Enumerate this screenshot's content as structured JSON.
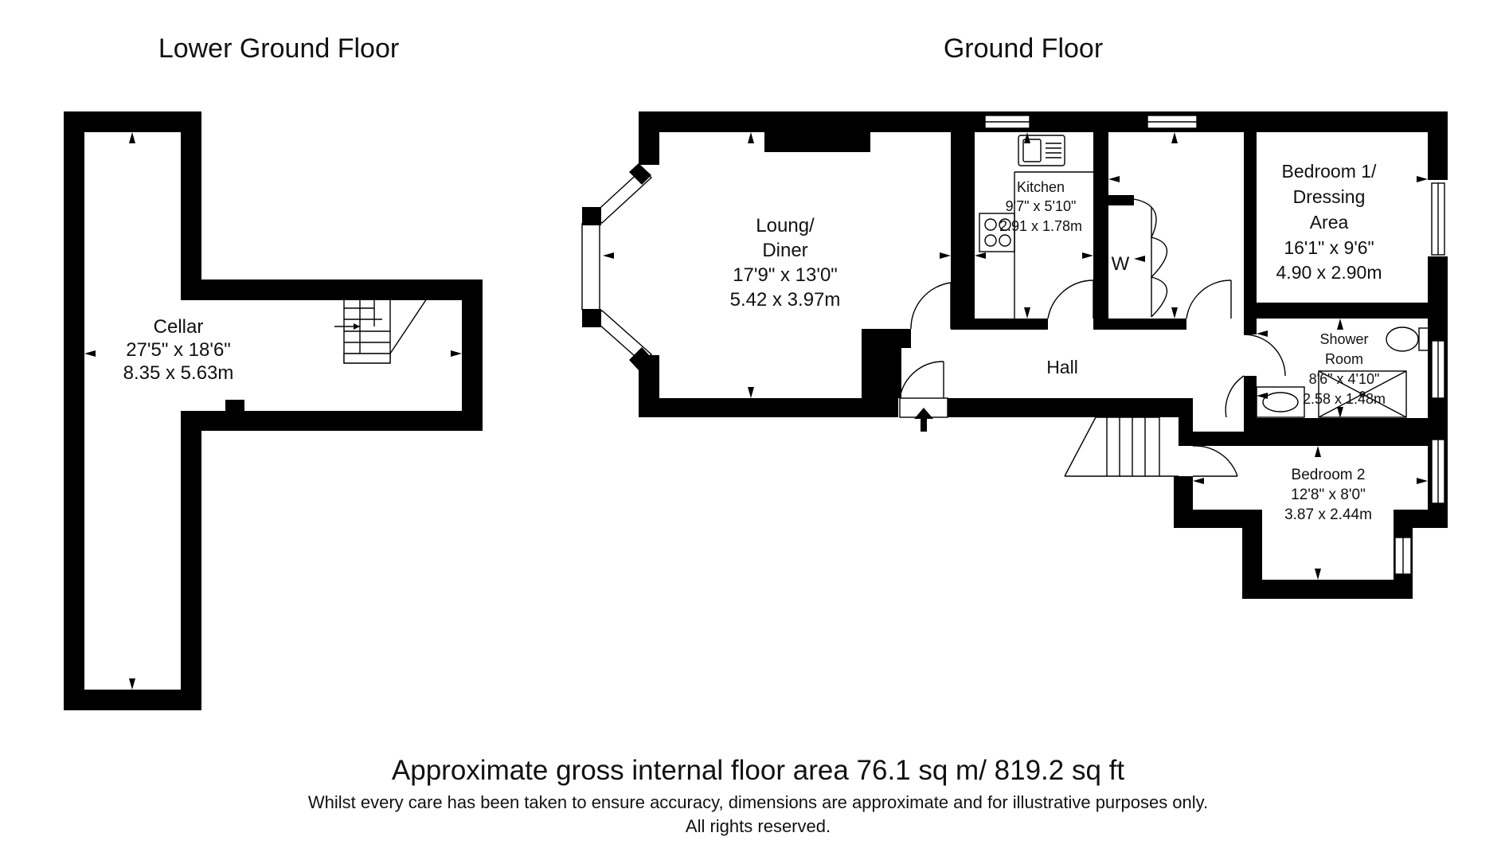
{
  "floors": {
    "lower": {
      "title": "Lower Ground Floor",
      "rooms": {
        "cellar": {
          "name": "Cellar",
          "imperial": "27'5\" x 18'6\"",
          "metric": "8.35 x 5.63m"
        }
      }
    },
    "ground": {
      "title": "Ground Floor",
      "rooms": {
        "lounge": {
          "name_line1": "Loung/",
          "name_line2": "Diner",
          "imperial": "17'9\" x 13'0\"",
          "metric": "5.42 x 3.97m"
        },
        "kitchen": {
          "name": "Kitchen",
          "imperial": "9'7\" x 5'10\"",
          "metric": "2.91 x 1.78m"
        },
        "bedroom1": {
          "name_line1": "Bedroom 1/",
          "name_line2": "Dressing",
          "name_line3": "Area",
          "imperial": "16'1\" x 9'6\"",
          "metric": "4.90 x 2.90m"
        },
        "shower": {
          "name_line1": "Shower",
          "name_line2": "Room",
          "imperial": "8'6\" x 4'10\"",
          "metric": "2.58 x 1.48m"
        },
        "hall": {
          "name": "Hall"
        },
        "bedroom2": {
          "name": "Bedroom 2",
          "imperial": "12'8\" x 8'0\"",
          "metric": "3.87 x 2.44m"
        },
        "wardrobe": {
          "label": "W"
        }
      }
    }
  },
  "footer": {
    "area": "Approximate gross internal floor area 76.1 sq m/ 819.2 sq ft",
    "disclaimer": "Whilst every care has been taken to ensure accuracy, dimensions are approximate and for illustrative purposes only.",
    "rights": "All rights reserved."
  }
}
